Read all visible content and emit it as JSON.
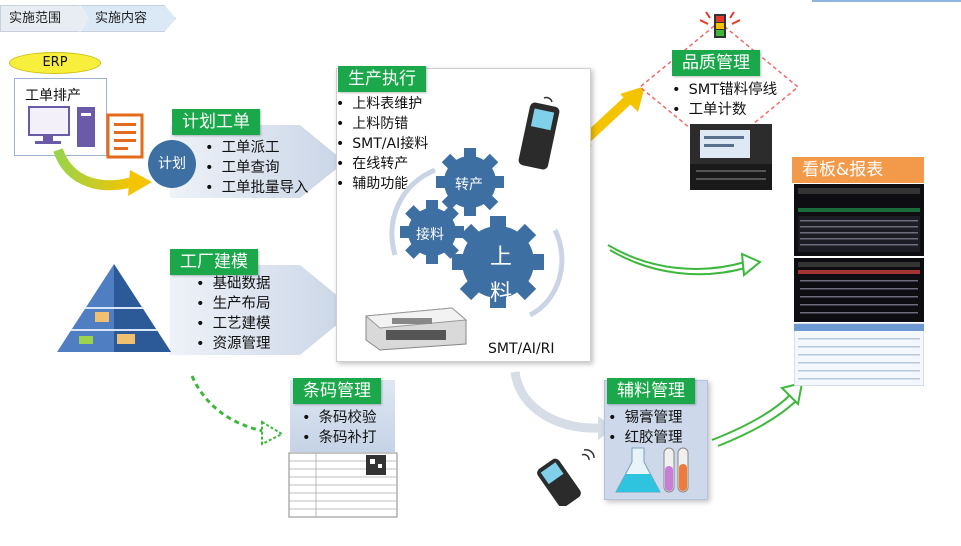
{
  "breadcrumb": [
    "实施范围",
    "实施内容"
  ],
  "erp": {
    "badge": "ERP",
    "box_label": "工单排产"
  },
  "plan": {
    "title": "计划工单",
    "circle_label": "计划",
    "items": [
      "工单派工",
      "工单查询",
      "工单批量导入"
    ]
  },
  "factory": {
    "title": "工厂建模",
    "items": [
      "基础数据",
      "生产布局",
      "工艺建模",
      "资源管理"
    ]
  },
  "production": {
    "title": "生产执行",
    "items": [
      "上料表维护",
      "上料防错",
      "SMT/AI接料",
      "在线转产",
      "辅助功能"
    ],
    "gears": {
      "switch": "转产",
      "splice": "接料",
      "load": "上\n料"
    },
    "footer": "SMT/AI/RI"
  },
  "quality": {
    "title": "品质管理",
    "items": [
      "SMT错料停线",
      "工单计数"
    ]
  },
  "board": {
    "title": "看板&报表"
  },
  "barcode": {
    "title": "条码管理",
    "items": [
      "条码校验",
      "条码补打"
    ]
  },
  "aux": {
    "title": "辅料管理",
    "items": [
      "锡膏管理",
      "红胶管理"
    ]
  },
  "colors": {
    "label_green": "#1aa84a",
    "board_orange": "#f39a4a",
    "arrow_yellow": "#f5c400",
    "gear_blue": "#3d6fa3",
    "panel_blue": "#cdd9ea"
  }
}
